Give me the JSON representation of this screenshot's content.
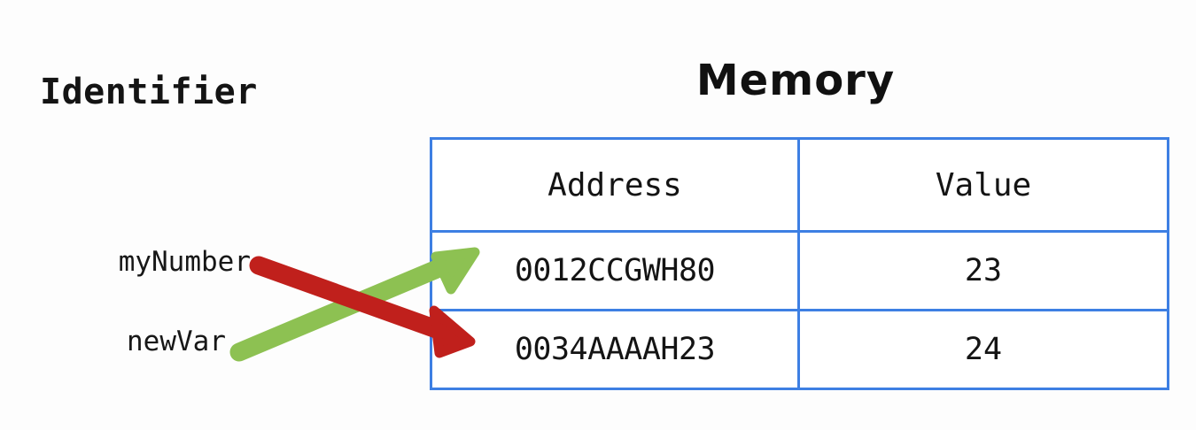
{
  "diagram": {
    "title_left": "Identifier",
    "title_right": "Memory",
    "background_color": "#fdfdfd"
  },
  "identifiers": [
    {
      "label": "myNumber"
    },
    {
      "label": "newVar"
    }
  ],
  "memory_table": {
    "border_color": "#3d7fe3",
    "columns": [
      "Address",
      "Value"
    ],
    "rows": [
      {
        "address": "0012CCGWH80",
        "value": "23"
      },
      {
        "address": "0034AAAAH23",
        "value": "24"
      }
    ]
  },
  "arrows": [
    {
      "name": "red-arrow",
      "from_identifier": "myNumber",
      "to_address": "0034AAAAH23",
      "color": "#c0201c"
    },
    {
      "name": "green-arrow",
      "from_identifier": "newVar",
      "to_address": "0012CCGWH80",
      "color": "#8dc152"
    }
  ]
}
